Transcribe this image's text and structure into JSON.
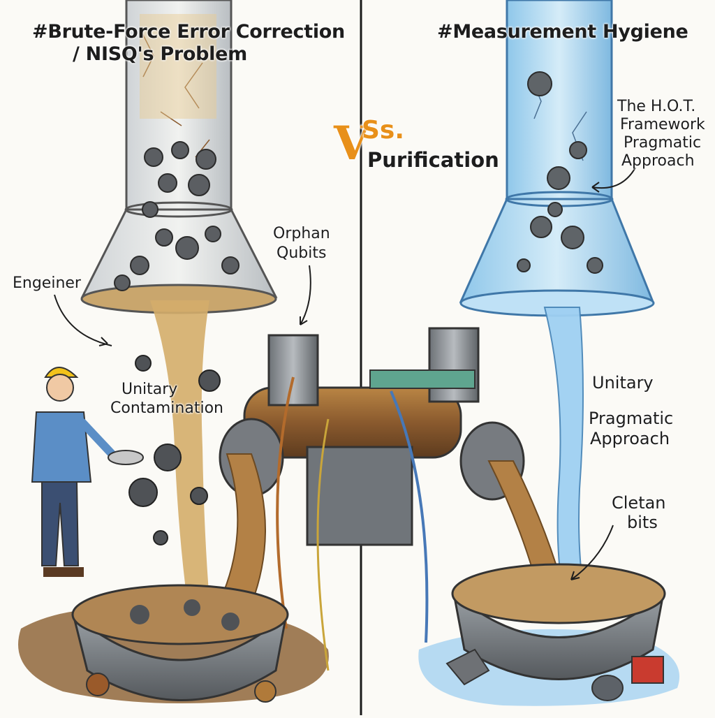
{
  "left": {
    "title_line1": "#Brute-Force Error Correction",
    "title_line2": "/ NISQ's Problem",
    "engineer": "Engeiner",
    "orphan_line1": "Orphan",
    "orphan_line2": "Qubits",
    "contam_line1": "Unitary",
    "contam_line2": "Contamination"
  },
  "center": {
    "vs_v": "V",
    "vs_s": "Ss.",
    "purification": "Purification"
  },
  "right": {
    "title": "#Measurement Hygiene",
    "hot_line1": "The H.O.T.",
    "hot_line2": "Framework",
    "hot_line3": "Pragmatic",
    "hot_line4": "Approach",
    "unitary": "Unitary",
    "prag_line1": "Pragmatic",
    "prag_line2": "Approach",
    "clean_line1": "Cletan",
    "clean_line2": "bits"
  },
  "colors": {
    "sludge": "#a8793e",
    "water": "#8ec9ec",
    "pipe_rust": "#8a5a2e",
    "metal": "#8d9196",
    "vs_accent": "#e8901a"
  }
}
